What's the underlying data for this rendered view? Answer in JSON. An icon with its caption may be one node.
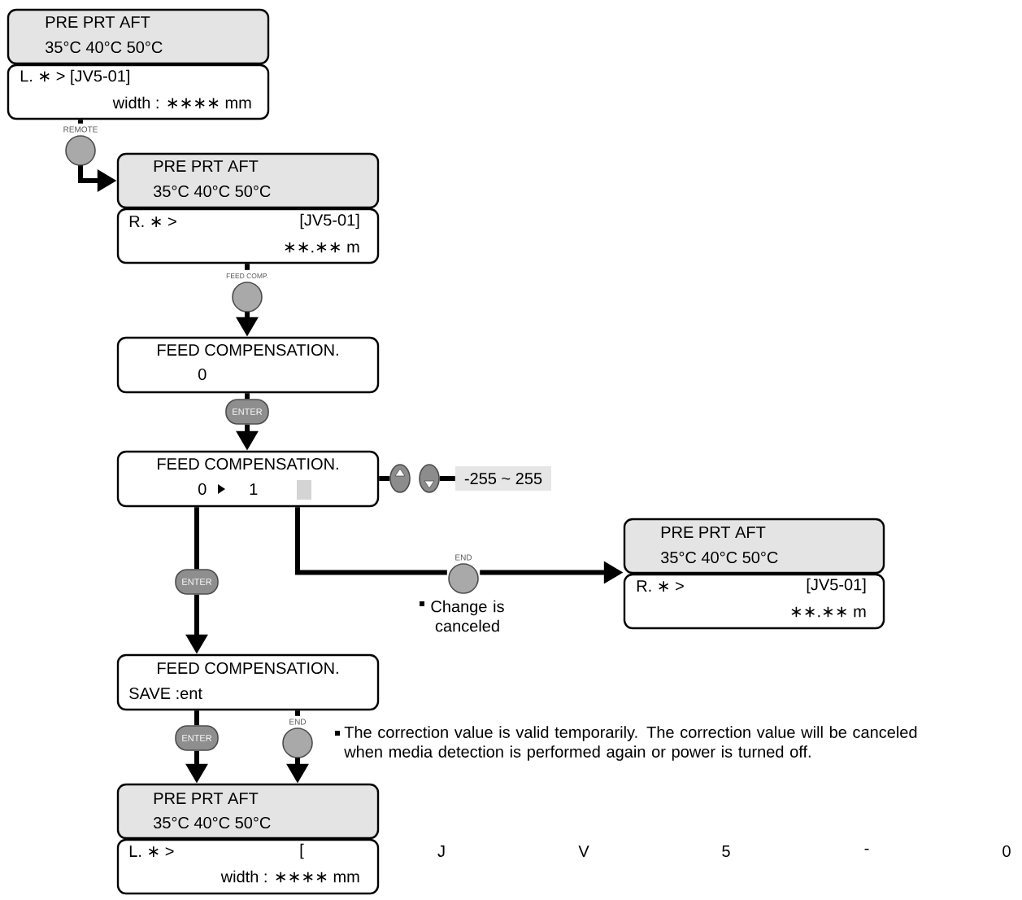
{
  "diagram": {
    "nodes": [
      {
        "text": [
          "PRE PRT AFT",
          "35°C 40°C 50°C"
        ]
      },
      {
        "text": [
          "L. ∗ > [JV5-01]",
          "width : ∗∗∗∗ mm"
        ]
      },
      {
        "text": [
          "REMOTE"
        ]
      },
      {
        "text": [
          "PRE PRT AFT",
          "35°C 40°C 50°C"
        ]
      },
      {
        "text": [
          "R. ∗ >",
          "[JV5-01]",
          "∗∗.∗∗ m"
        ]
      },
      {
        "text": [
          "FEED COMP."
        ]
      },
      {
        "text": [
          "FEED COMPENSATION.",
          "0"
        ]
      },
      {
        "text": [
          "ENTER"
        ]
      },
      {
        "text": [
          "FEED COMPENSATION.",
          "0",
          "1"
        ]
      },
      {
        "text": [],
        "shape": "oval"
      },
      {
        "text": [],
        "shape": "oval"
      },
      {
        "text": [
          "-255 ~ 255"
        ]
      },
      {
        "text": [
          "ENTER"
        ]
      },
      {
        "text": [
          "END"
        ],
        "beside": [
          "Change is canceled"
        ]
      },
      {
        "text": [
          "PRE PRT AFT",
          "35°C 40°C 50°C"
        ]
      },
      {
        "text": [
          "R. ∗ >",
          "[JV5-01]",
          "∗∗.∗∗ m"
        ]
      },
      {
        "text": [
          "FEED COMPENSATION.",
          "SAVE :ent"
        ]
      },
      {
        "text": [
          "ENTER"
        ]
      },
      {
        "text": [
          "END"
        ]
      },
      {
        "text": [
          "PRE PRT AFT",
          "35°C 40°C 50°C"
        ]
      },
      {
        "text": [
          "L. ∗ >",
          "[",
          "width : ∗∗∗∗ mm"
        ]
      }
    ],
    "edges": [
      {
        "from": 1,
        "to": 2,
        "arrow": "none"
      },
      {
        "from": 2,
        "to": 3,
        "arrow": "to"
      },
      {
        "from": 4,
        "to": 5,
        "arrow": "none"
      },
      {
        "from": 5,
        "to": 6,
        "arrow": "to"
      },
      {
        "from": 6,
        "to": 7,
        "arrow": "none"
      },
      {
        "from": 7,
        "to": 8,
        "arrow": "to"
      },
      {
        "from": 8,
        "to": 9,
        "arrow": "none"
      },
      {
        "from": 10,
        "to": 11,
        "arrow": "none"
      },
      {
        "from": 8,
        "to": 12,
        "arrow": "none"
      },
      {
        "from": 12,
        "to": 16,
        "arrow": "to"
      },
      {
        "from": 8,
        "to": 13,
        "arrow": "none"
      },
      {
        "from": 13,
        "to": 14,
        "arrow": "to"
      },
      {
        "from": 16,
        "to": 17,
        "arrow": "none"
      },
      {
        "from": 17,
        "to": 19,
        "arrow": "to"
      },
      {
        "from": 16,
        "to": 18,
        "arrow": "none"
      },
      {
        "from": 18,
        "to": 19,
        "arrow": "to"
      }
    ],
    "labels": [
      "The correction value is valid temporarily. The correction value will be canceled when media detection is performed again or power is turned off.",
      "J",
      "V",
      "5",
      "-",
      "0"
    ]
  }
}
